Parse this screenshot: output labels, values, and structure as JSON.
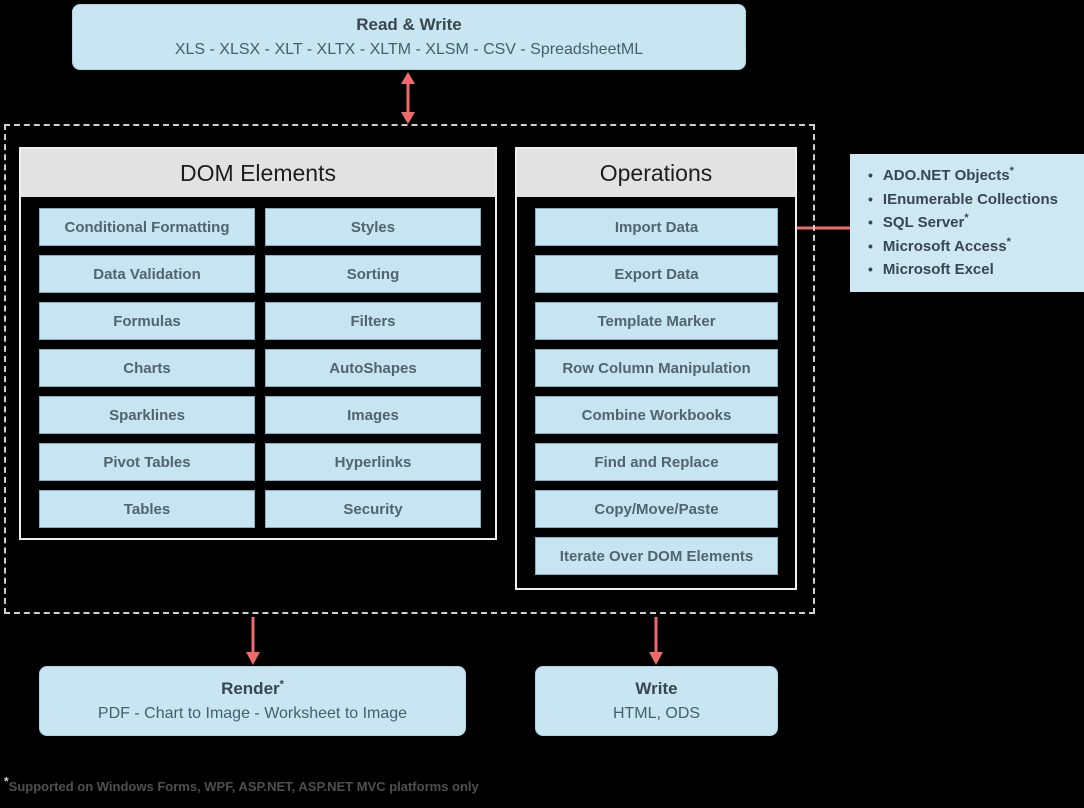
{
  "colors": {
    "background": "#000000",
    "box_fill": "#c8e5f1",
    "box_border": "#aed4e4",
    "item_fill": "#c6e4f1",
    "item_border": "#86aebf",
    "item_text": "#51646f",
    "panel_header_bg": "#e2e2e2",
    "panel_header_text": "#1d1d1d",
    "panel_border": "#efefef",
    "dashed_border": "#cfcfcf",
    "title_text": "#36474f",
    "arrow_red": "#f06a6a",
    "footnote_text": "#4f4f4f"
  },
  "icons": {
    "bullet": "•"
  },
  "read_write_box": {
    "title": "Read & Write",
    "formats": "XLS - XLSX - XLT - XLTX - XLTM - XLSM - CSV -  SpreadsheetML"
  },
  "dom_panel": {
    "title": "DOM Elements",
    "items": [
      "Conditional Formatting",
      "Styles",
      "Data Validation",
      "Sorting",
      "Formulas",
      "Filters",
      "Charts",
      "AutoShapes",
      "Sparklines",
      "Images",
      "Pivot Tables",
      "Hyperlinks",
      "Tables",
      "Security"
    ]
  },
  "ops_panel": {
    "title": "Operations",
    "items": [
      "Import Data",
      "Export Data",
      "Template Marker",
      "Row Column Manipulation",
      "Combine Workbooks",
      "Find and Replace",
      "Copy/Move/Paste",
      "Iterate Over DOM Elements"
    ]
  },
  "data_sources": {
    "items": [
      {
        "label": "ADO.NET Objects",
        "sup": "*"
      },
      {
        "label": "IEnumerable Collections",
        "sup": ""
      },
      {
        "label": "SQL Server",
        "sup": "*"
      },
      {
        "label": "Microsoft Access",
        "sup": "*"
      },
      {
        "label": "Microsoft Excel",
        "sup": ""
      }
    ]
  },
  "render_box": {
    "title": "Render",
    "sup": "*",
    "subtitle": "PDF - Chart to Image - Worksheet to Image"
  },
  "write_box": {
    "title": "Write",
    "sup": "",
    "subtitle": "HTML, ODS"
  },
  "footnote": {
    "sup": "*",
    "text": "Supported on Windows Forms, WPF, ASP.NET, ASP.NET MVC platforms only"
  }
}
